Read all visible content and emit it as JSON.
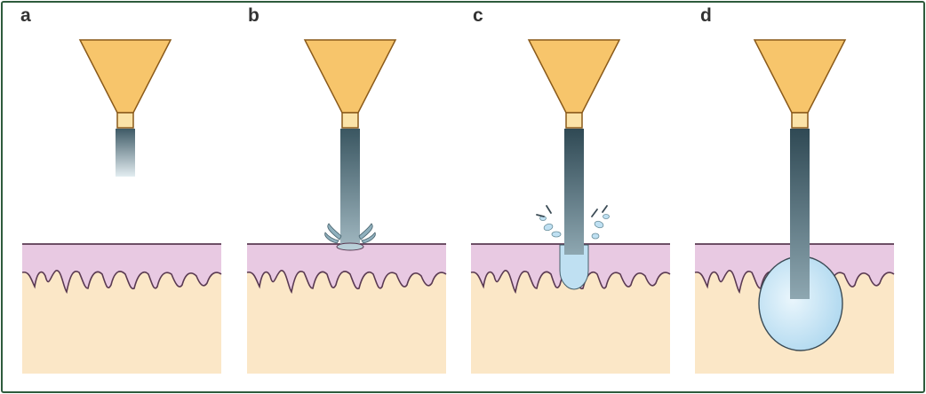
{
  "panels": [
    {
      "label": "a",
      "stage": "jet-approaching"
    },
    {
      "label": "b",
      "stage": "jet-impact"
    },
    {
      "label": "c",
      "stage": "jet-penetration"
    },
    {
      "label": "d",
      "stage": "subdermal-bolus"
    }
  ],
  "colors": {
    "border": "#2e5b3c",
    "nozzle_fill": "#f7c56b",
    "nozzle_stroke": "#8a5a1a",
    "epidermis": "#e8c9e2",
    "dermis": "#fbe7c7",
    "skin_line": "#5a3a52",
    "jet_dark": "#3e5a66",
    "jet_light": "#c9dae1",
    "fluid": "#bfe0f2"
  },
  "icons": [
    "nozzle-funnel-icon",
    "fluid-jet-icon",
    "skin-layer-icon",
    "fluid-bolus-icon"
  ]
}
